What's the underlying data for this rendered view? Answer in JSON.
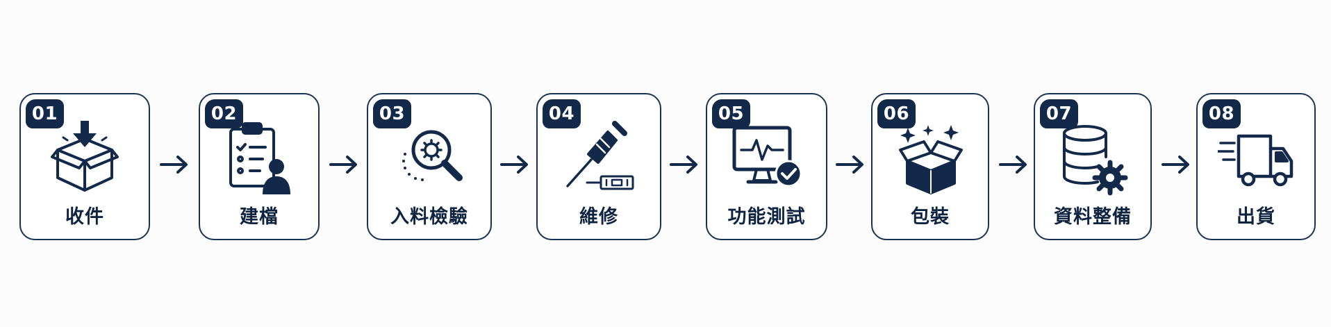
{
  "colors": {
    "navy": "#12294a",
    "border": "#1b3352",
    "background": "#fcfcfc"
  },
  "steps": [
    {
      "number": "01",
      "label": "收件",
      "icon": "box-receive-icon"
    },
    {
      "number": "02",
      "label": "建檔",
      "icon": "clipboard-person-icon"
    },
    {
      "number": "03",
      "label": "入料檢驗",
      "icon": "magnifier-gear-icon"
    },
    {
      "number": "04",
      "label": "維修",
      "icon": "soldering-iron-icon"
    },
    {
      "number": "05",
      "label": "功能測試",
      "icon": "monitor-check-icon"
    },
    {
      "number": "06",
      "label": "包裝",
      "icon": "package-sparkle-icon"
    },
    {
      "number": "07",
      "label": "資料整備",
      "icon": "database-gear-icon"
    },
    {
      "number": "08",
      "label": "出貨",
      "icon": "delivery-truck-icon"
    }
  ]
}
